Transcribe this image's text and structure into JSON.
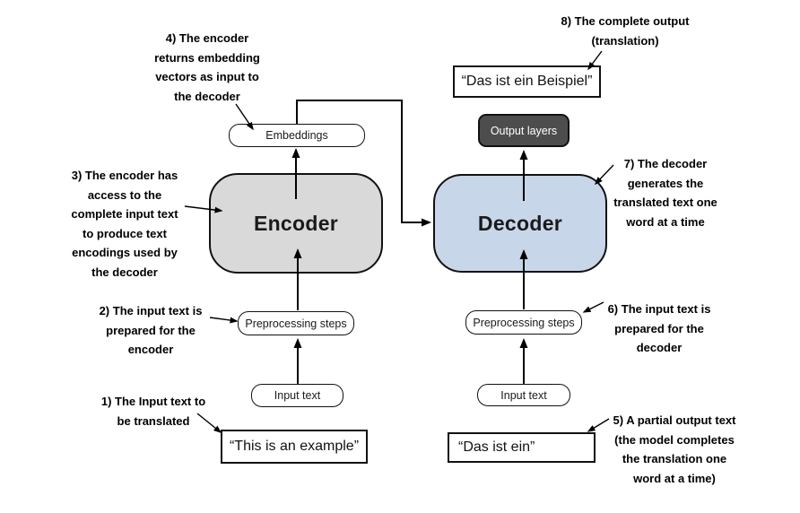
{
  "nodes": {
    "embeddings": {
      "label": "Embeddings"
    },
    "encoder": {
      "label": "Encoder"
    },
    "decoder": {
      "label": "Decoder"
    },
    "output_layers": {
      "label": "Output layers"
    },
    "preprocessing_left": {
      "label": "Preprocessing steps"
    },
    "preprocessing_right": {
      "label": "Preprocessing steps"
    },
    "input_text_left": {
      "label": "Input text"
    },
    "input_text_right": {
      "label": "Input text"
    },
    "source_text": {
      "label": "“This is an example”"
    },
    "partial_output": {
      "label": "“Das ist ein”"
    },
    "final_output": {
      "label": "“Das ist ein Beispiel”"
    }
  },
  "annotations": {
    "step1": "1) The Input text to\nbe translated",
    "step2": "2) The input text is\nprepared for the\nencoder",
    "step3": "3) The encoder has\naccess to the\ncomplete input text\nto produce text\nencodings used by\nthe decoder",
    "step4": "4) The encoder\nreturns embedding\nvectors as input to\nthe decoder",
    "step5": "5) A partial output text\n(the model completes\nthe translation one\nword at a time)",
    "step6": "6) The input text is\nprepared for the\ndecoder",
    "step7": "7) The decoder\ngenerates the\ntranslated text one\nword at a time",
    "step8": "8) The complete output\n(translation)"
  },
  "colors": {
    "encoder_fill": "#d9d9d9",
    "decoder_fill": "#c8d6e9",
    "output_layers_fill": "#4d4d4d",
    "line_color": "#000000",
    "box_background": "#ffffff"
  }
}
